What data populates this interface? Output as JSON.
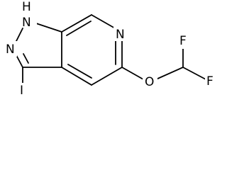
{
  "atoms": {
    "nh": {
      "label": "N",
      "h": "H"
    },
    "n2": {
      "label": "N"
    },
    "n_pyridine": {
      "label": "N"
    },
    "i": {
      "label": "I"
    },
    "o": {
      "label": "O"
    },
    "f1": {
      "label": "F"
    },
    "f2": {
      "label": "F"
    }
  },
  "colors": {
    "bond": "#000000",
    "text": "#000000",
    "background": "#ffffff"
  }
}
